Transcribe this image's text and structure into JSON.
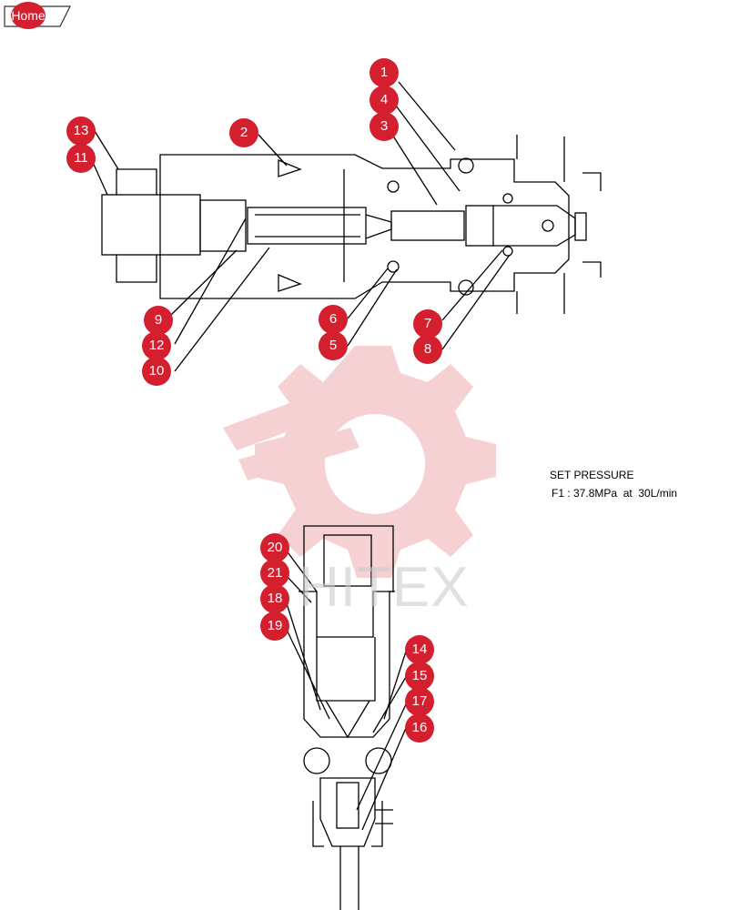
{
  "nav": {
    "home_label": "Home"
  },
  "watermark": {
    "text": "HITEX"
  },
  "spec": {
    "title": "SET PRESSURE",
    "line": "F1 : 37.8MPa  at  30L/min"
  },
  "callouts": [
    {
      "label": "1"
    },
    {
      "label": "4"
    },
    {
      "label": "3"
    },
    {
      "label": "2"
    },
    {
      "label": "13"
    },
    {
      "label": "11"
    },
    {
      "label": "9"
    },
    {
      "label": "12"
    },
    {
      "label": "10"
    },
    {
      "label": "6"
    },
    {
      "label": "5"
    },
    {
      "label": "7"
    },
    {
      "label": "8"
    },
    {
      "label": "20"
    },
    {
      "label": "21"
    },
    {
      "label": "18"
    },
    {
      "label": "19"
    },
    {
      "label": "14"
    },
    {
      "label": "15"
    },
    {
      "label": "17"
    },
    {
      "label": "16"
    }
  ],
  "colors": {
    "callout": "#d31f2e",
    "watermark": "#f4c6c9"
  }
}
